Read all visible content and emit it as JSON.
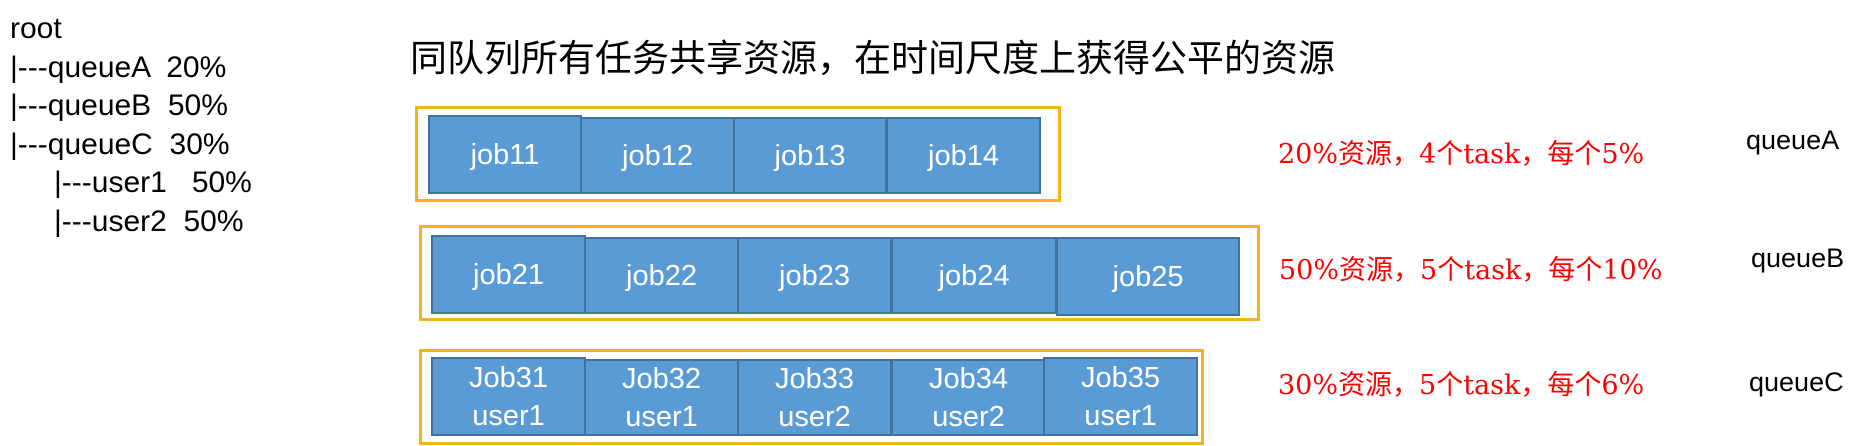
{
  "tree": [
    {
      "text": "root",
      "indent": false
    },
    {
      "text": "|---queueA  20%",
      "indent": false
    },
    {
      "text": "|---queueB  50%",
      "indent": false
    },
    {
      "text": "|---queueC  30%",
      "indent": false
    },
    {
      "text": "|---user1   50%",
      "indent": true
    },
    {
      "text": "|---user2  50%",
      "indent": true
    }
  ],
  "heading": "同队列所有任务共享资源，在时间尺度上获得公平的资源",
  "queues": [
    {
      "name": "queueA",
      "note": "20%资源，4个task，每个5%",
      "jobs": [
        {
          "label": "job11"
        },
        {
          "label": "job12"
        },
        {
          "label": "job13"
        },
        {
          "label": "job14"
        }
      ]
    },
    {
      "name": "queueB",
      "note": "50%资源，5个task，每个10%",
      "jobs": [
        {
          "label": "job21"
        },
        {
          "label": "job22"
        },
        {
          "label": "job23"
        },
        {
          "label": "job24"
        },
        {
          "label": "job25"
        }
      ]
    },
    {
      "name": "queueC",
      "note": "30%资源，5个task，每个6%",
      "jobs": [
        {
          "label": "Job31",
          "user": "user1"
        },
        {
          "label": "Job32",
          "user": "user1"
        },
        {
          "label": "Job33",
          "user": "user2"
        },
        {
          "label": "Job34",
          "user": "user2"
        },
        {
          "label": "Job35",
          "user": "user1"
        }
      ]
    }
  ],
  "colors": {
    "frame": "#f6b31e",
    "job_fill": "#5b9bd5",
    "job_border": "#41719c",
    "note": "#ff0000"
  }
}
